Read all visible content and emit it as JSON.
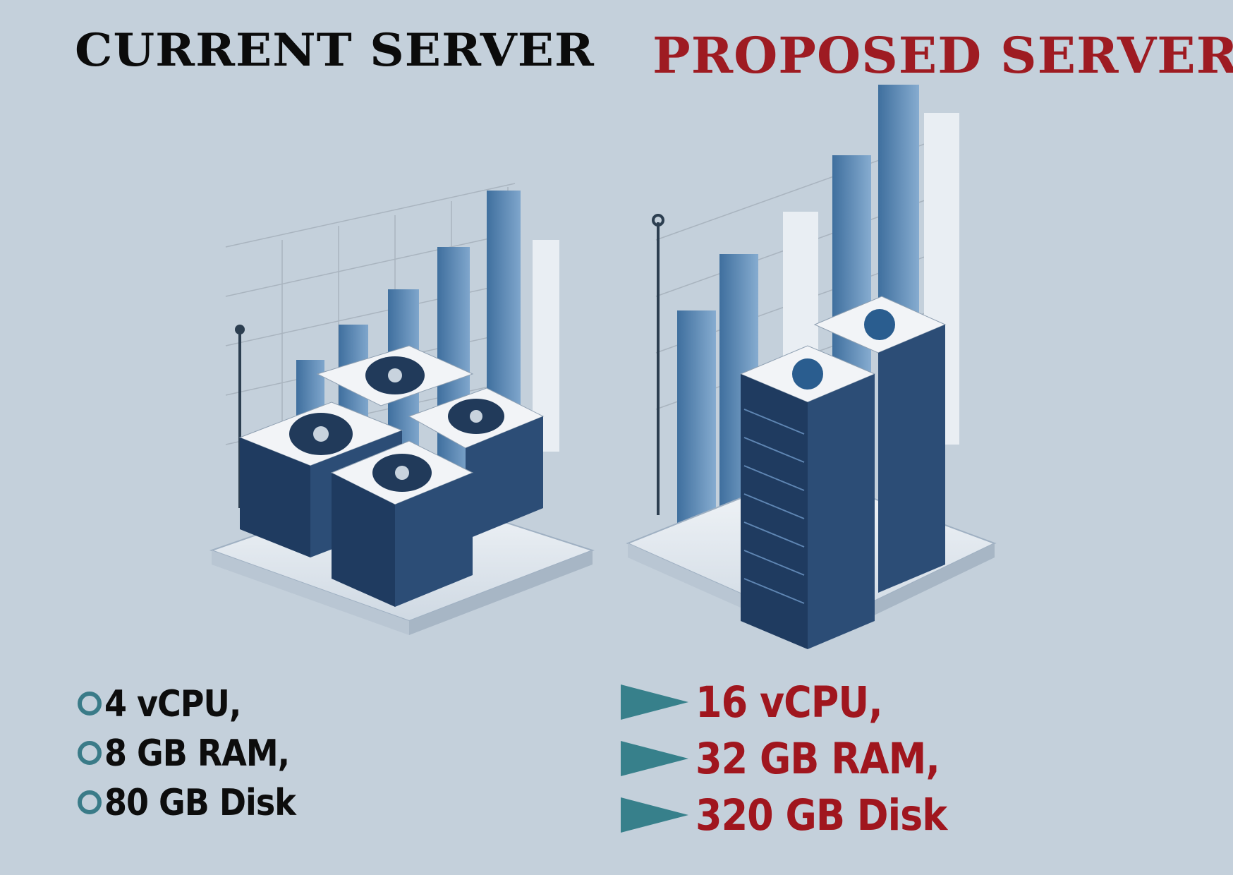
{
  "current": {
    "title": "CURRENT SERVER",
    "specs": [
      "4 vCPU,",
      "8 GB RAM,",
      "80 GB Disk"
    ],
    "title_color": "#0b0b0b",
    "bullet_style": "ring",
    "bullet_color": "#3a7b88"
  },
  "proposed": {
    "title": "PROPOSED SERVER",
    "specs": [
      "16 vCPU,",
      "32 GB RAM,",
      "320 GB Disk"
    ],
    "title_color": "#9e1b22",
    "bullet_style": "triangle",
    "bullet_color": "#37808b"
  },
  "illustrations": {
    "current": "small-server-cluster-with-bar-chart",
    "proposed": "tall-server-racks-with-bar-chart"
  },
  "colors": {
    "background": "#c4d0db",
    "bar_blue": "#4d7fae",
    "rack_navy": "#1f3b60"
  }
}
